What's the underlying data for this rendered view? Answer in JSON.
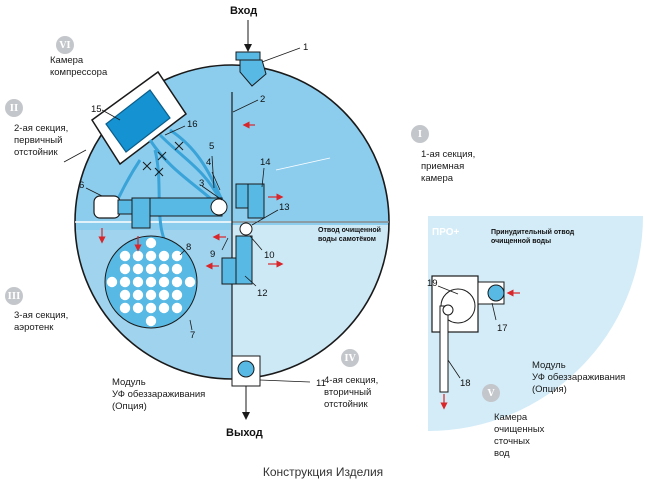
{
  "labels": {
    "inlet": "Вход",
    "outlet": "Выход",
    "caption": "Конструкция Изделия",
    "pro_badge": "ПРО+",
    "gravity_outlet_l1": "Отвод очищенной",
    "gravity_outlet_l2": "воды самотёком",
    "forced_outlet_l1": "Принудительный отвод",
    "forced_outlet_l2": "очищенной воды"
  },
  "sections": [
    {
      "roman": "I",
      "line1": "1-ая секция,",
      "line2": "приемная",
      "line3": "камера"
    },
    {
      "roman": "II",
      "line1": "2-ая секция,",
      "line2": "первичный",
      "line3": "отстойник"
    },
    {
      "roman": "III",
      "line1": "3-ая секция,",
      "line2": "аэротенк",
      "line3": ""
    },
    {
      "roman": "IV",
      "line1": "4-ая секция,",
      "line2": "вторичный",
      "line3": "отстойник"
    },
    {
      "roman": "V",
      "line1": "Камера",
      "line2": "очищенных",
      "line3": "сточных",
      "line4": "вод"
    },
    {
      "roman": "VI",
      "line1": "Камера",
      "line2": "компрессора"
    }
  ],
  "uv_module": {
    "line1": "Модуль",
    "line2": "УФ обеззараживания",
    "line3": "(Опция)"
  },
  "callouts": [
    "1",
    "2",
    "3",
    "4",
    "5",
    "6",
    "7",
    "8",
    "9",
    "10",
    "11",
    "12",
    "13",
    "14",
    "15",
    "16",
    "17",
    "18",
    "19"
  ],
  "colors": {
    "water_light": "#cde9f6",
    "water_mid": "#9fd3ee",
    "water_dark": "#58b9e4",
    "pipe": "#3aa3d8",
    "compressor": "#1592d2",
    "roman_badge": "#c3c6ca",
    "arrow": "#d9262b"
  }
}
